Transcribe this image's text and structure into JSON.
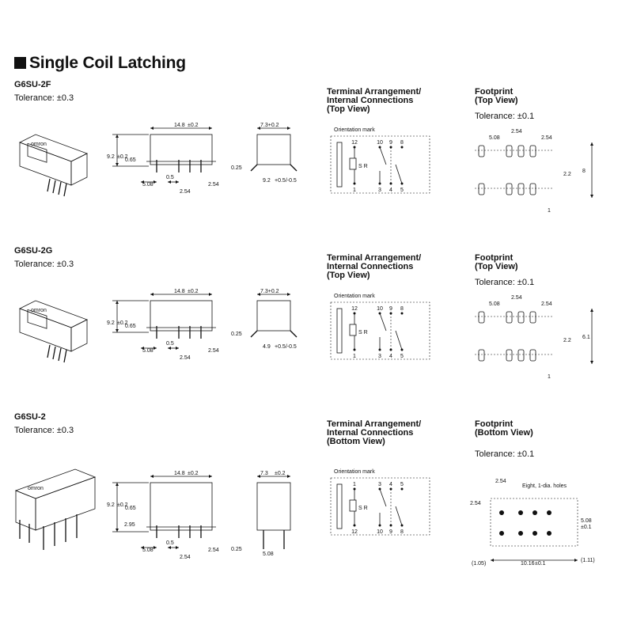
{
  "heading": "Single Coil Latching",
  "sections": [
    {
      "model": "G6SU-2F",
      "tolerance": "Tolerance: ±0.3",
      "brand": "omron",
      "dims": {
        "length": "14.8",
        "length_tol": "±0.2",
        "width": "7.3+0.2",
        "height": "9.2",
        "height_tol": "±0.2",
        "d065": "0.65",
        "d05": "0.5",
        "d508": "5.08",
        "d254a": "2.54",
        "d254b": "2.54",
        "d025": "0.25",
        "foot": "9.2",
        "foot_tol": "+0.5/-0.5"
      },
      "terminal_title": "Terminal Arrangement/ Internal Connections (Top View)",
      "terminal_lines": [
        "Terminal Arrangement/",
        "Internal Connections",
        "(Top View)"
      ],
      "orientation": "Orientation mark",
      "pins_top": [
        "12",
        "10",
        "9",
        "8"
      ],
      "pins_bottom": [
        "1",
        "3",
        "4",
        "5"
      ],
      "coil": "S R",
      "footprint_lines": [
        "Footprint",
        "(Top View)"
      ],
      "fp_tolerance": "Tolerance: ±0.1",
      "fp_dims": {
        "a": "5.08",
        "b": "2.54",
        "c": "2.54",
        "d": "2.2",
        "e": "8",
        "f": "1"
      }
    },
    {
      "model": "G6SU-2G",
      "tolerance": "Tolerance: ±0.3",
      "brand": "omron",
      "dims": {
        "length": "14.8",
        "length_tol": "±0.2",
        "width": "7.3+0.2",
        "height": "9.2",
        "height_tol": "±0.2",
        "d065": "0.65",
        "d05": "0.5",
        "d508": "5.08",
        "d254a": "2.54",
        "d254b": "2.54",
        "d025": "0.25",
        "foot": "4.9",
        "foot_tol": "+0.5/-0.5"
      },
      "terminal_lines": [
        "Terminal Arrangement/",
        "Internal Connections",
        "(Top View)"
      ],
      "orientation": "Orientation mark",
      "pins_top": [
        "12",
        "10",
        "9",
        "8"
      ],
      "pins_bottom": [
        "1",
        "3",
        "4",
        "5"
      ],
      "coil": "S R",
      "footprint_lines": [
        "Footprint",
        "(Top View)"
      ],
      "fp_tolerance": "Tolerance: ±0.1",
      "fp_dims": {
        "a": "5.08",
        "b": "2.54",
        "c": "2.54",
        "d": "2.2",
        "e": "6.1",
        "f": "1"
      }
    },
    {
      "model": "G6SU-2",
      "tolerance": "Tolerance: ±0.3",
      "brand": "omron",
      "dims": {
        "length": "14.8",
        "length_tol": "±0.2",
        "width": "7.3",
        "width_tol": "±0.2",
        "height": "9.2",
        "height_tol": "±0.2",
        "d065": "0.65",
        "d295": "2.95",
        "d05": "0.5",
        "d508": "5.08",
        "d254a": "2.54",
        "d254b": "2.54",
        "d025": "0.25",
        "foot": "5.08"
      },
      "terminal_lines": [
        "Terminal Arrangement/",
        "Internal Connections",
        "(Bottom View)"
      ],
      "orientation": "Orientation mark",
      "pins_top": [
        "1",
        "3",
        "4",
        "5"
      ],
      "pins_bottom": [
        "12",
        "10",
        "9",
        "8"
      ],
      "coil": "S R",
      "footprint_lines": [
        "Footprint",
        "(Bottom View)"
      ],
      "fp_tolerance": "Tolerance: ±0.1",
      "fp_note": "Eight, 1-dia. holes",
      "fp_dims": {
        "a": "2.54",
        "b": "2.54",
        "c": "5.08",
        "c_tol": "±0.1",
        "d": "(1.05)",
        "e": "10.16",
        "e_tol": "±0.1",
        "f": "(1.11)"
      }
    }
  ]
}
